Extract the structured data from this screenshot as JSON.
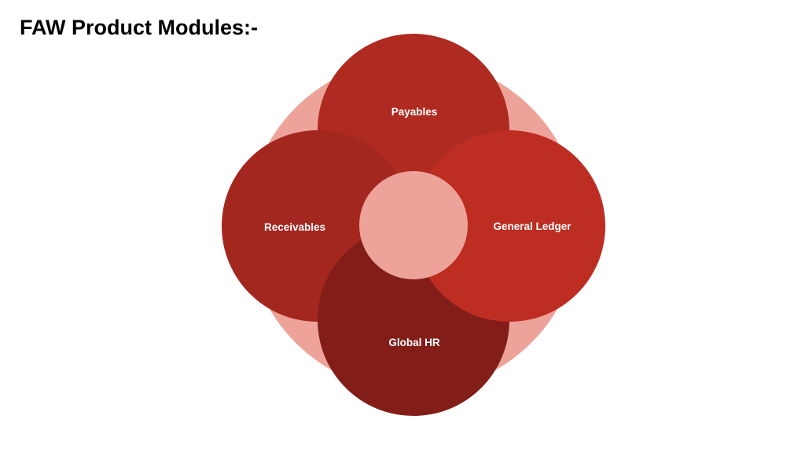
{
  "title": "FAW Product Modules:-",
  "modules": {
    "top": "Payables",
    "left": "Receivables",
    "right": "General Ledger",
    "bottom": "Global HR"
  },
  "colors": {
    "background_ring": "#EDA39A",
    "payables": "#AF2A20",
    "receivables": "#A4271F",
    "general_ledger": "#BD2D22",
    "global_hr": "#821D18",
    "center": "#EDA39A",
    "label": "#FFFFFF"
  }
}
